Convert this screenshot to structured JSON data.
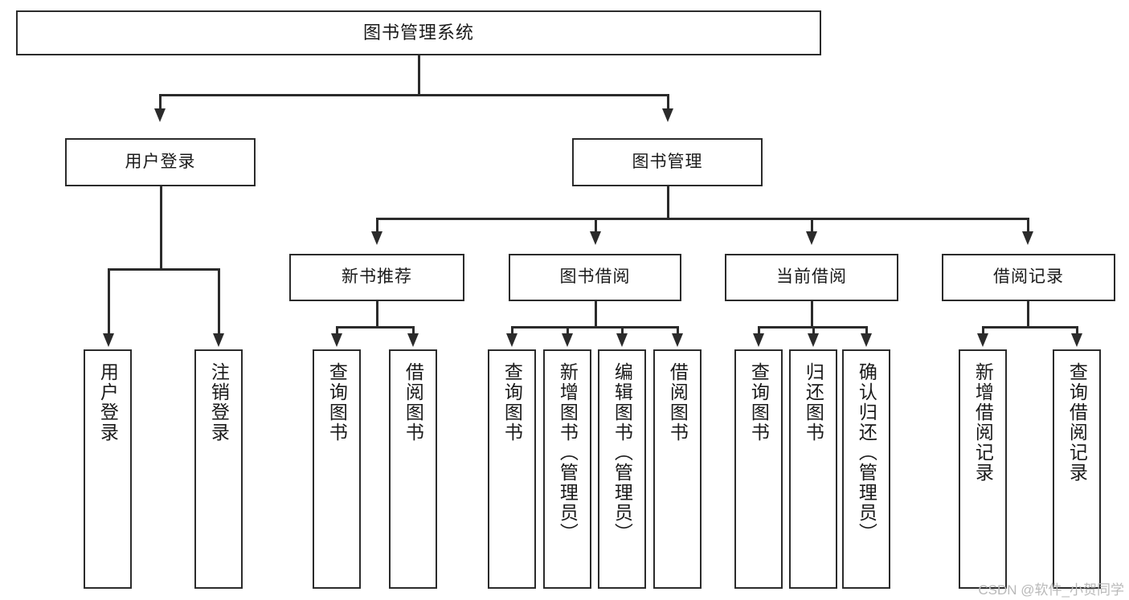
{
  "diagram": {
    "title": "图书管理系统",
    "type": "hierarchy-tree",
    "colors": {
      "stroke": "#2b2b2b",
      "fill": "#ffffff",
      "text": "#1a1a1a",
      "watermark": "#b9b9b9"
    },
    "levels": {
      "root": {
        "label": "图书管理系统"
      },
      "level2": [
        {
          "label": "用户登录"
        },
        {
          "label": "图书管理"
        }
      ],
      "level3": [
        {
          "label": "新书推荐"
        },
        {
          "label": "图书借阅"
        },
        {
          "label": "当前借阅"
        },
        {
          "label": "借阅记录"
        }
      ],
      "leaves": {
        "user_login": [
          {
            "label": "用户登录"
          },
          {
            "label": "注销登录"
          }
        ],
        "new_book_recommend": [
          {
            "label": "查询图书"
          },
          {
            "label": "借阅图书"
          }
        ],
        "book_borrow": [
          {
            "label": "查询图书"
          },
          {
            "label": "新增图书（管理员）"
          },
          {
            "label": "编辑图书（管理员）"
          },
          {
            "label": "借阅图书"
          }
        ],
        "current_borrow": [
          {
            "label": "查询图书"
          },
          {
            "label": "归还图书"
          },
          {
            "label": "确认归还（管理员）"
          }
        ],
        "borrow_record": [
          {
            "label": "新增借阅记录"
          },
          {
            "label": "查询借阅记录"
          }
        ]
      }
    },
    "watermark": "CSDN @软件_小贺同学"
  }
}
